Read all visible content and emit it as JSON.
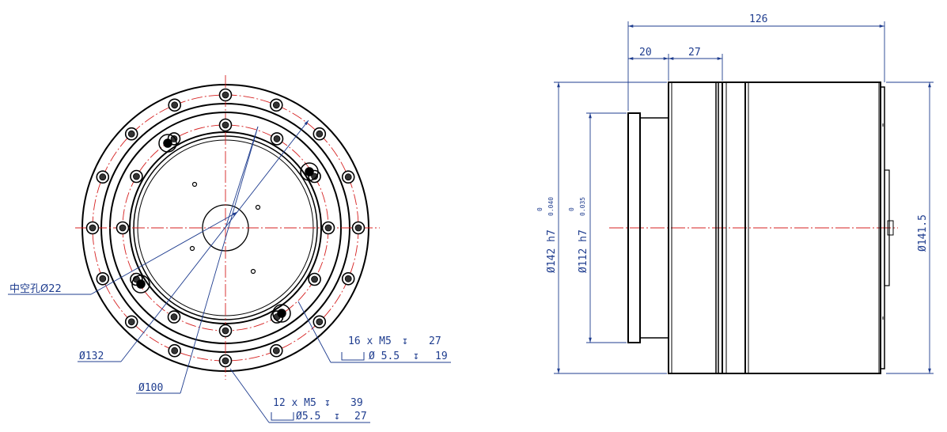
{
  "front_view": {
    "hole_circle_outer": {
      "count_text": "16 x M5",
      "depth_text": "27",
      "cbore_text": "Ø 5.5",
      "cbore_depth": "19"
    },
    "hole_circle_inner": {
      "count_text": "12 x M5",
      "depth_text": "39",
      "cbore_text": "Ø5.5",
      "cbore_depth": "27"
    },
    "hollow_bore_label": "中空孔Ø22",
    "pcd_132_label": "Ø132",
    "pcd_100_label": "Ø100"
  },
  "side_view": {
    "overall_length": "126",
    "flange_length": "20",
    "step_length": "27",
    "outer_dia_label": "Ø142 h7",
    "outer_dia_tol_upper": "0",
    "outer_dia_tol_lower": "0.040",
    "pilot_dia_label": "Ø112 h7",
    "pilot_dia_tol_upper": "0",
    "pilot_dia_tol_lower": "0.035",
    "body_dia_label": "Ø141.5"
  },
  "colors": {
    "outline": "#000000",
    "dimension": "#1f3d8f",
    "centerline": "#d62020"
  }
}
